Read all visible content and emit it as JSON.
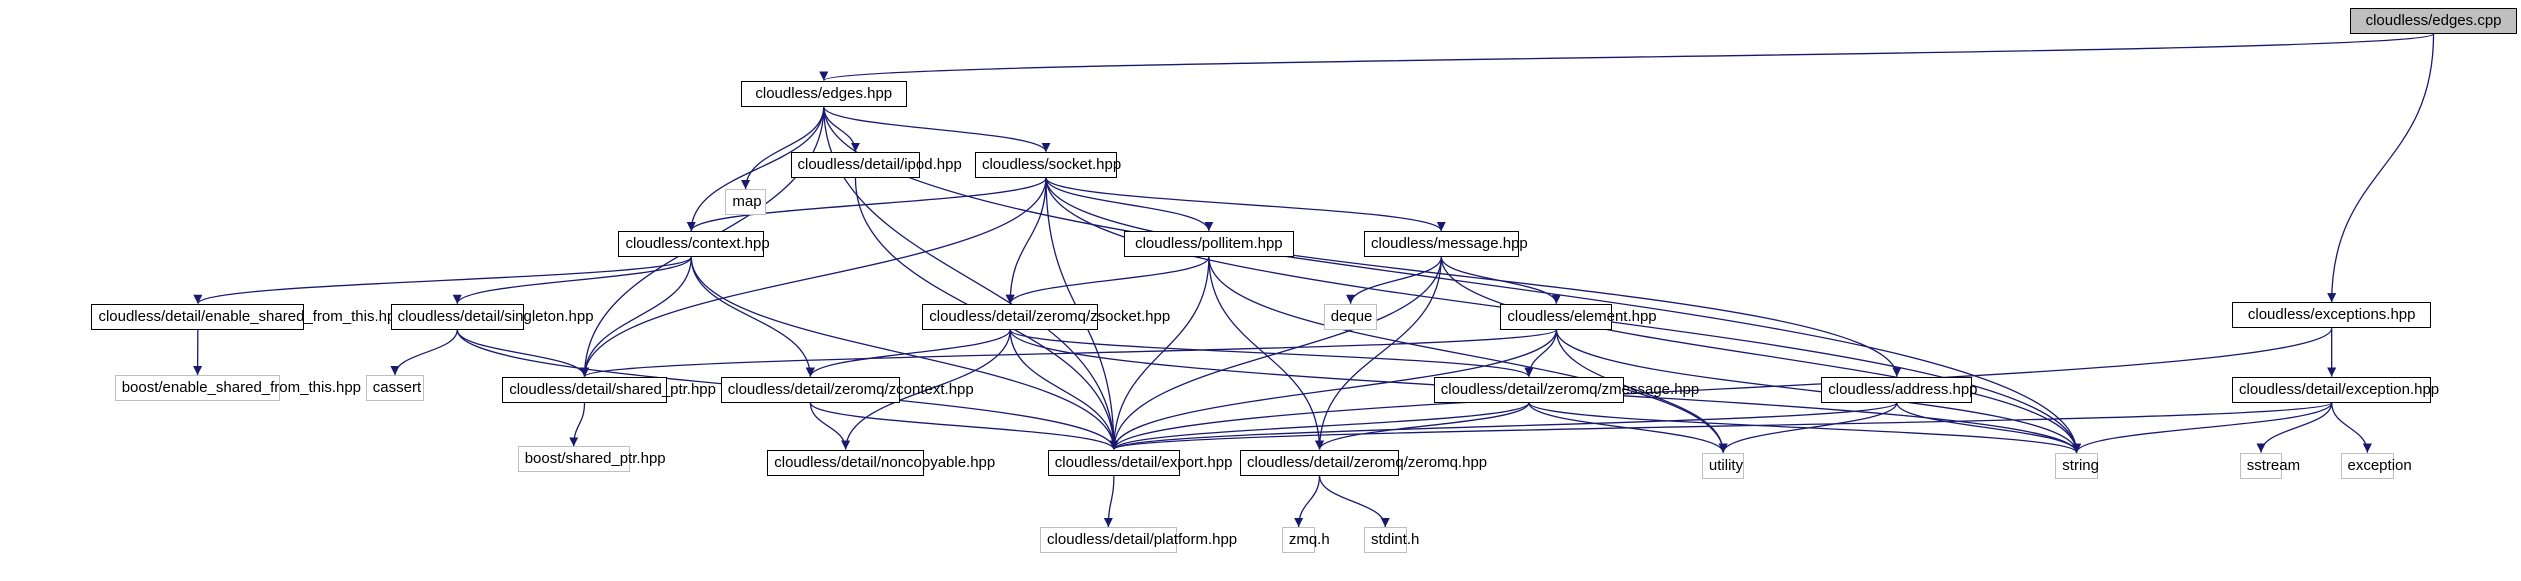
{
  "colors": {
    "edge": "#191970",
    "internal_border": "#000000",
    "external_border": "#bfbfbf",
    "root_fill": "#bfbfbf"
  },
  "nodes": [
    {
      "id": "edges_cpp",
      "label": "cloudless/edges.cpp",
      "kind": "root"
    },
    {
      "id": "edges_hpp",
      "label": "cloudless/edges.hpp",
      "kind": "internal"
    },
    {
      "id": "exceptions_hpp",
      "label": "cloudless/exceptions.hpp",
      "kind": "internal"
    },
    {
      "id": "map",
      "label": "map",
      "kind": "external"
    },
    {
      "id": "ipod_hpp",
      "label": "cloudless/detail/ipod.hpp",
      "kind": "internal"
    },
    {
      "id": "socket_hpp",
      "label": "cloudless/socket.hpp",
      "kind": "internal"
    },
    {
      "id": "context_hpp",
      "label": "cloudless/context.hpp",
      "kind": "internal"
    },
    {
      "id": "pollitem_hpp",
      "label": "cloudless/pollitem.hpp",
      "kind": "internal"
    },
    {
      "id": "message_hpp",
      "label": "cloudless/message.hpp",
      "kind": "internal"
    },
    {
      "id": "esft_hpp",
      "label": "cloudless/detail/enable_shared_from_this.hpp",
      "kind": "internal"
    },
    {
      "id": "singleton_hpp",
      "label": "cloudless/detail/singleton.hpp",
      "kind": "internal"
    },
    {
      "id": "zsocket_hpp",
      "label": "cloudless/detail/zeromq/zsocket.hpp",
      "kind": "internal"
    },
    {
      "id": "deque",
      "label": "deque",
      "kind": "external"
    },
    {
      "id": "element_hpp",
      "label": "cloudless/element.hpp",
      "kind": "internal"
    },
    {
      "id": "boost_esft",
      "label": "boost/enable_shared_from_this.hpp",
      "kind": "external"
    },
    {
      "id": "cassert",
      "label": "cassert",
      "kind": "external"
    },
    {
      "id": "shared_ptr_hpp",
      "label": "cloudless/detail/shared_ptr.hpp",
      "kind": "internal"
    },
    {
      "id": "zcontext_hpp",
      "label": "cloudless/detail/zeromq/zcontext.hpp",
      "kind": "internal"
    },
    {
      "id": "zmessage_hpp",
      "label": "cloudless/detail/zeromq/zmessage.hpp",
      "kind": "internal"
    },
    {
      "id": "address_hpp",
      "label": "cloudless/address.hpp",
      "kind": "internal"
    },
    {
      "id": "exception_hpp",
      "label": "cloudless/detail/exception.hpp",
      "kind": "internal"
    },
    {
      "id": "boost_sp",
      "label": "boost/shared_ptr.hpp",
      "kind": "external"
    },
    {
      "id": "noncopyable_hpp",
      "label": "cloudless/detail/noncopyable.hpp",
      "kind": "internal"
    },
    {
      "id": "export_hpp",
      "label": "cloudless/detail/export.hpp",
      "kind": "internal"
    },
    {
      "id": "zeromq_hpp",
      "label": "cloudless/detail/zeromq/zeromq.hpp",
      "kind": "internal"
    },
    {
      "id": "utility",
      "label": "utility",
      "kind": "external"
    },
    {
      "id": "string",
      "label": "string",
      "kind": "external"
    },
    {
      "id": "sstream",
      "label": "sstream",
      "kind": "external"
    },
    {
      "id": "exception",
      "label": "exception",
      "kind": "external"
    },
    {
      "id": "platform_hpp",
      "label": "cloudless/detail/platform.hpp",
      "kind": "external"
    },
    {
      "id": "zmq_h",
      "label": "zmq.h",
      "kind": "external"
    },
    {
      "id": "stdint_h",
      "label": "stdint.h",
      "kind": "external"
    }
  ],
  "edges": [
    [
      "edges_cpp",
      "edges_hpp"
    ],
    [
      "edges_cpp",
      "exceptions_hpp"
    ],
    [
      "edges_hpp",
      "map"
    ],
    [
      "edges_hpp",
      "ipod_hpp"
    ],
    [
      "edges_hpp",
      "socket_hpp"
    ],
    [
      "edges_hpp",
      "context_hpp"
    ],
    [
      "edges_hpp",
      "shared_ptr_hpp"
    ],
    [
      "edges_hpp",
      "export_hpp"
    ],
    [
      "edges_hpp",
      "string"
    ],
    [
      "ipod_hpp",
      "export_hpp"
    ],
    [
      "socket_hpp",
      "context_hpp"
    ],
    [
      "socket_hpp",
      "pollitem_hpp"
    ],
    [
      "socket_hpp",
      "message_hpp"
    ],
    [
      "socket_hpp",
      "zsocket_hpp"
    ],
    [
      "socket_hpp",
      "shared_ptr_hpp"
    ],
    [
      "socket_hpp",
      "export_hpp"
    ],
    [
      "socket_hpp",
      "address_hpp"
    ],
    [
      "socket_hpp",
      "string"
    ],
    [
      "context_hpp",
      "esft_hpp"
    ],
    [
      "context_hpp",
      "singleton_hpp"
    ],
    [
      "context_hpp",
      "shared_ptr_hpp"
    ],
    [
      "context_hpp",
      "zcontext_hpp"
    ],
    [
      "context_hpp",
      "export_hpp"
    ],
    [
      "pollitem_hpp",
      "zsocket_hpp"
    ],
    [
      "pollitem_hpp",
      "export_hpp"
    ],
    [
      "pollitem_hpp",
      "zeromq_hpp"
    ],
    [
      "pollitem_hpp",
      "utility"
    ],
    [
      "message_hpp",
      "deque"
    ],
    [
      "message_hpp",
      "element_hpp"
    ],
    [
      "message_hpp",
      "export_hpp"
    ],
    [
      "message_hpp",
      "zeromq_hpp"
    ],
    [
      "message_hpp",
      "string"
    ],
    [
      "esft_hpp",
      "boost_esft"
    ],
    [
      "singleton_hpp",
      "cassert"
    ],
    [
      "singleton_hpp",
      "shared_ptr_hpp"
    ],
    [
      "singleton_hpp",
      "export_hpp"
    ],
    [
      "zsocket_hpp",
      "zcontext_hpp"
    ],
    [
      "zsocket_hpp",
      "zmessage_hpp"
    ],
    [
      "zsocket_hpp",
      "noncopyable_hpp"
    ],
    [
      "zsocket_hpp",
      "export_hpp"
    ],
    [
      "zsocket_hpp",
      "string"
    ],
    [
      "element_hpp",
      "shared_ptr_hpp"
    ],
    [
      "element_hpp",
      "zmessage_hpp"
    ],
    [
      "element_hpp",
      "export_hpp"
    ],
    [
      "element_hpp",
      "utility"
    ],
    [
      "element_hpp",
      "string"
    ],
    [
      "shared_ptr_hpp",
      "boost_sp"
    ],
    [
      "zcontext_hpp",
      "noncopyable_hpp"
    ],
    [
      "zcontext_hpp",
      "export_hpp"
    ],
    [
      "zmessage_hpp",
      "zeromq_hpp"
    ],
    [
      "zmessage_hpp",
      "export_hpp"
    ],
    [
      "zmessage_hpp",
      "utility"
    ],
    [
      "zmessage_hpp",
      "string"
    ],
    [
      "address_hpp",
      "export_hpp"
    ],
    [
      "address_hpp",
      "utility"
    ],
    [
      "address_hpp",
      "string"
    ],
    [
      "exceptions_hpp",
      "exception_hpp"
    ],
    [
      "exceptions_hpp",
      "export_hpp"
    ],
    [
      "exception_hpp",
      "export_hpp"
    ],
    [
      "exception_hpp",
      "string"
    ],
    [
      "exception_hpp",
      "sstream"
    ],
    [
      "exception_hpp",
      "exception"
    ],
    [
      "export_hpp",
      "platform_hpp"
    ],
    [
      "zeromq_hpp",
      "zmq_h"
    ],
    [
      "zeromq_hpp",
      "stdint_h"
    ]
  ]
}
